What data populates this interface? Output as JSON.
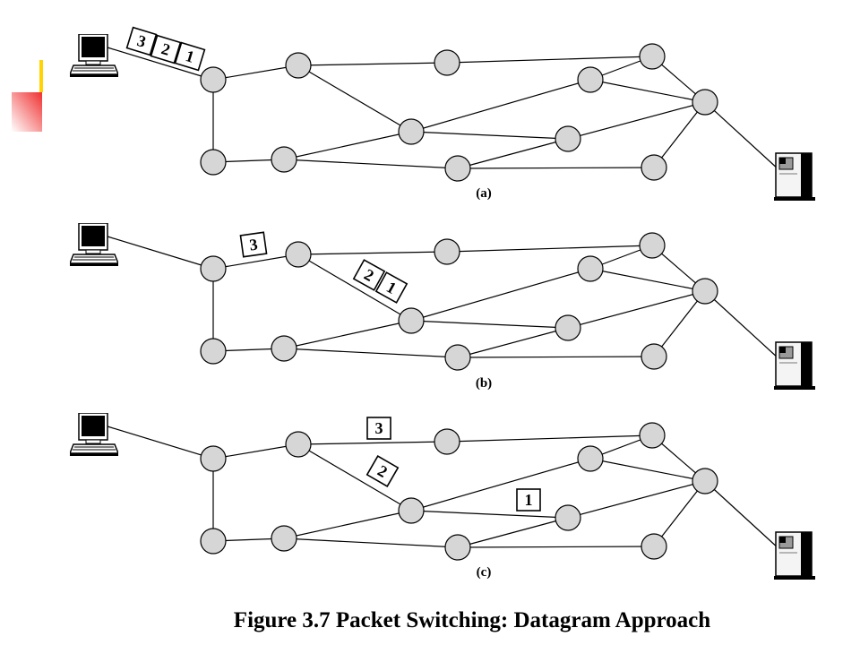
{
  "figure": {
    "caption": "Figure 3.7 Packet Switching: Datagram Approach"
  },
  "panels": [
    {
      "label": "(a)",
      "packets": [
        {
          "label": "3"
        },
        {
          "label": "2"
        },
        {
          "label": "1"
        }
      ]
    },
    {
      "label": "(b)",
      "packets": [
        {
          "label": "3"
        },
        {
          "label": "2"
        },
        {
          "label": "1"
        }
      ]
    },
    {
      "label": "(c)",
      "packets": [
        {
          "label": "3"
        },
        {
          "label": "2"
        },
        {
          "label": "1"
        }
      ]
    }
  ],
  "icons": {
    "host": "computer-icon",
    "server": "server-icon",
    "switching_node": "network-node"
  },
  "colors": {
    "background": "#ffffff",
    "node_fill": "#d6d6d6",
    "line": "#000000",
    "accent_bar": "#ffd400",
    "accent_square": "#f03030"
  }
}
